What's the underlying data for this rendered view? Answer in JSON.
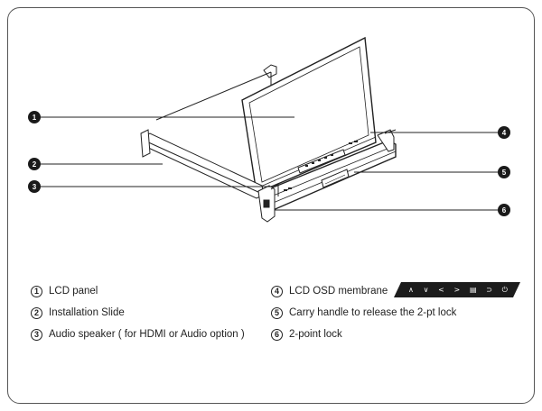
{
  "callouts": [
    {
      "number": "1",
      "label": "LCD panel"
    },
    {
      "number": "2",
      "label": "Installation Slide"
    },
    {
      "number": "3",
      "label": "Audio speaker ( for HDMI or Audio option )"
    },
    {
      "number": "4",
      "label": "LCD OSD membrane"
    },
    {
      "number": "5",
      "label": "Carry handle to release the 2-pt lock"
    },
    {
      "number": "6",
      "label": "2-point lock"
    }
  ],
  "osd_keys": [
    "∧",
    "∨",
    "<",
    ">",
    "▤",
    "⊃",
    "⏻"
  ],
  "colors": {
    "callout_fill": "#1a1a1a",
    "line": "#222222",
    "membrane": "#1c1c1c"
  }
}
